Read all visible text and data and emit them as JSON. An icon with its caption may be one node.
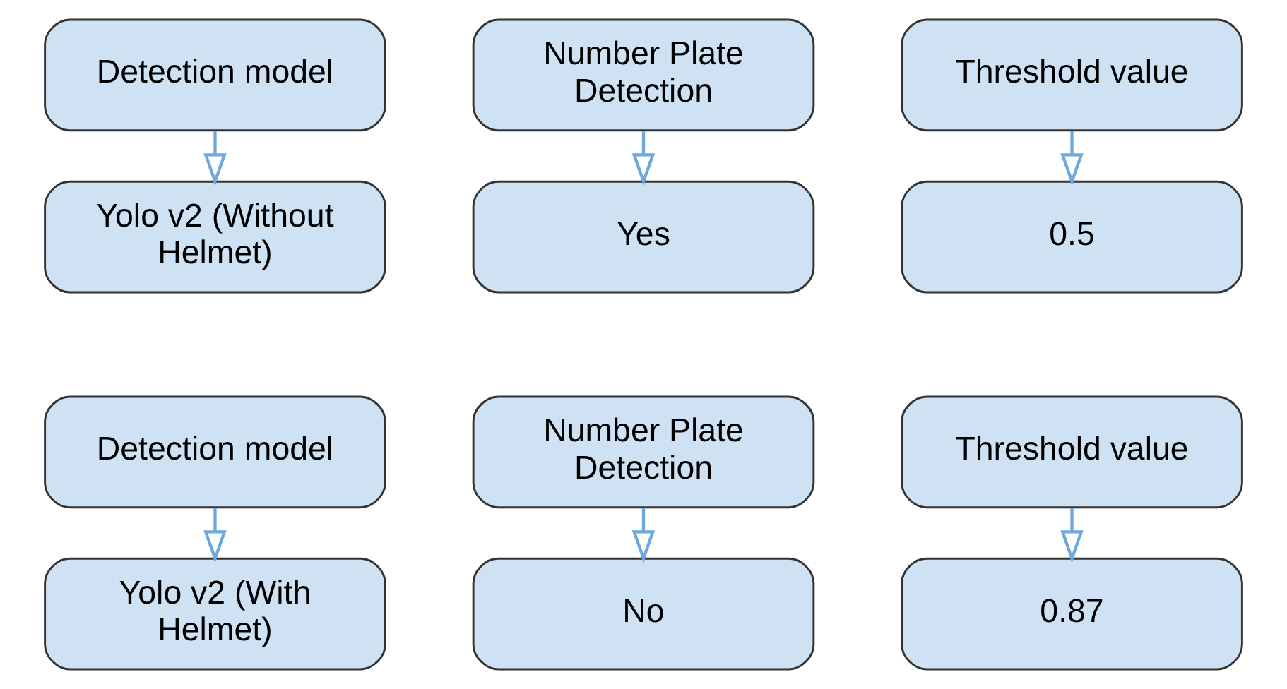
{
  "diagram": {
    "nodes": [
      {
        "text": [
          "Detection model"
        ]
      },
      {
        "text": [
          "Number Plate Detection"
        ]
      },
      {
        "text": [
          "Threshold value"
        ]
      },
      {
        "text": [
          "Yolo v2 (Without Helmet)"
        ]
      },
      {
        "text": [
          "Yes"
        ]
      },
      {
        "text": [
          "0.5"
        ]
      },
      {
        "text": [
          "Detection model"
        ]
      },
      {
        "text": [
          "Number Plate Detection"
        ]
      },
      {
        "text": [
          "Threshold value"
        ]
      },
      {
        "text": [
          "Yolo v2 (With Helmet)"
        ]
      },
      {
        "text": [
          "No"
        ]
      },
      {
        "text": [
          "0.87"
        ]
      }
    ],
    "edges": [
      {
        "from": 0,
        "to": 3,
        "arrow": "to"
      },
      {
        "from": 1,
        "to": 4,
        "arrow": "to"
      },
      {
        "from": 2,
        "to": 5,
        "arrow": "to"
      },
      {
        "from": 6,
        "to": 9,
        "arrow": "to"
      },
      {
        "from": 7,
        "to": 10,
        "arrow": "to"
      },
      {
        "from": 8,
        "to": 11,
        "arrow": "to"
      }
    ]
  }
}
